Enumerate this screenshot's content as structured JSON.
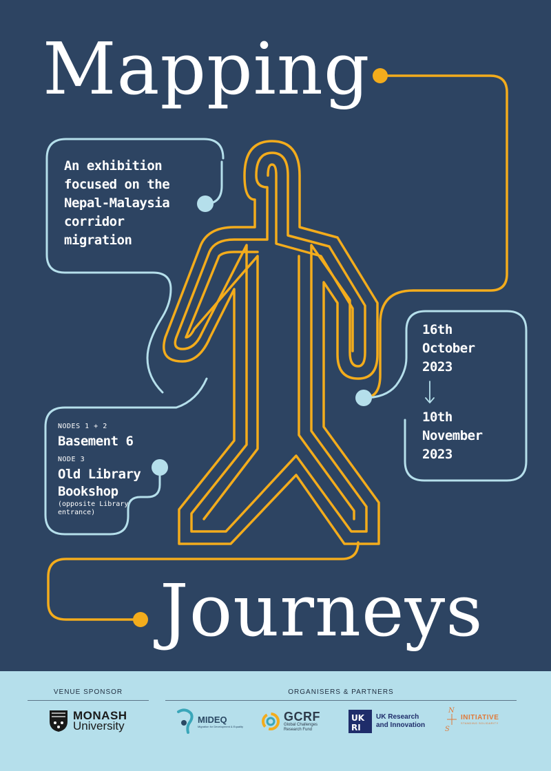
{
  "poster": {
    "title_line1": "Mapping",
    "title_line2": "Journeys",
    "description": [
      "An exhibition",
      "focused on the",
      "Nepal-Malaysia",
      "corridor",
      "migration"
    ],
    "dates": {
      "start": [
        "16th",
        "October",
        "2023"
      ],
      "end": [
        "10th",
        "November",
        "2023"
      ]
    },
    "venue": {
      "node_a_label": "NODES 1 + 2",
      "node_a_place": "Basement 6",
      "node_b_label": "NODE 3",
      "node_b_place": [
        "Old Library",
        "Bookshop"
      ],
      "node_b_note": [
        "(opposite Library",
        "entrance)"
      ]
    },
    "colors": {
      "background": "#2d4462",
      "line_gold": "#f3ac1c",
      "line_blue": "#b5dfeb",
      "title": "#ffffff"
    }
  },
  "footer": {
    "venue_sponsor_label": "VENUE SPONSOR",
    "partners_label": "ORGANISERS & PARTNERS",
    "monash": {
      "line1": "MONASH",
      "line2": "University"
    },
    "mideq": {
      "name": "MIDEQ",
      "sub": "Migration for Development & Equality"
    },
    "gcrf": {
      "name": "GCRF",
      "sub1": "Global Challenges",
      "sub2": "Research Fund"
    },
    "ukri": {
      "line1": "UK Research",
      "line2": "and Innovation"
    },
    "ns": {
      "name": "INITIATIVE",
      "sub": "STANDING SOLIDARITY"
    }
  }
}
